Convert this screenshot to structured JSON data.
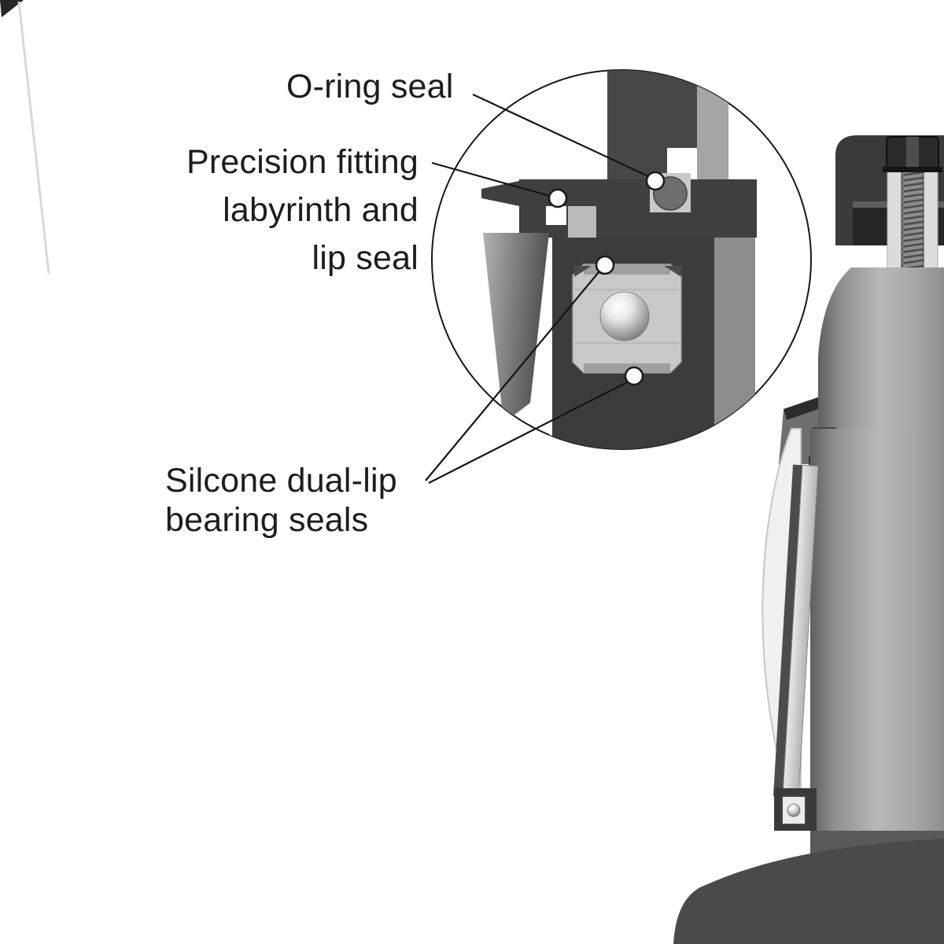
{
  "labels": {
    "oring": "O-ring seal",
    "precision_line1": "Precision fitting",
    "precision_line2": "labyrinth and",
    "precision_line3": "lip seal",
    "silicone_line1": "Silcone dual-lip",
    "silicone_line2": "bearing seals"
  },
  "colors": {
    "background": "#ffffff",
    "text": "#1d1d1d",
    "leader_line": "#141414",
    "detail_circle_stroke": "#161616",
    "dark_metal": "#3f3f3f",
    "housing_dark": "#3c3c3c",
    "mid_metal": "#8d8d8d",
    "light_metal": "#c8c8c8",
    "cap_metal": "#3a3a3a",
    "clamp_metal": "#262626",
    "cone_metal": "#4a4a4a"
  }
}
